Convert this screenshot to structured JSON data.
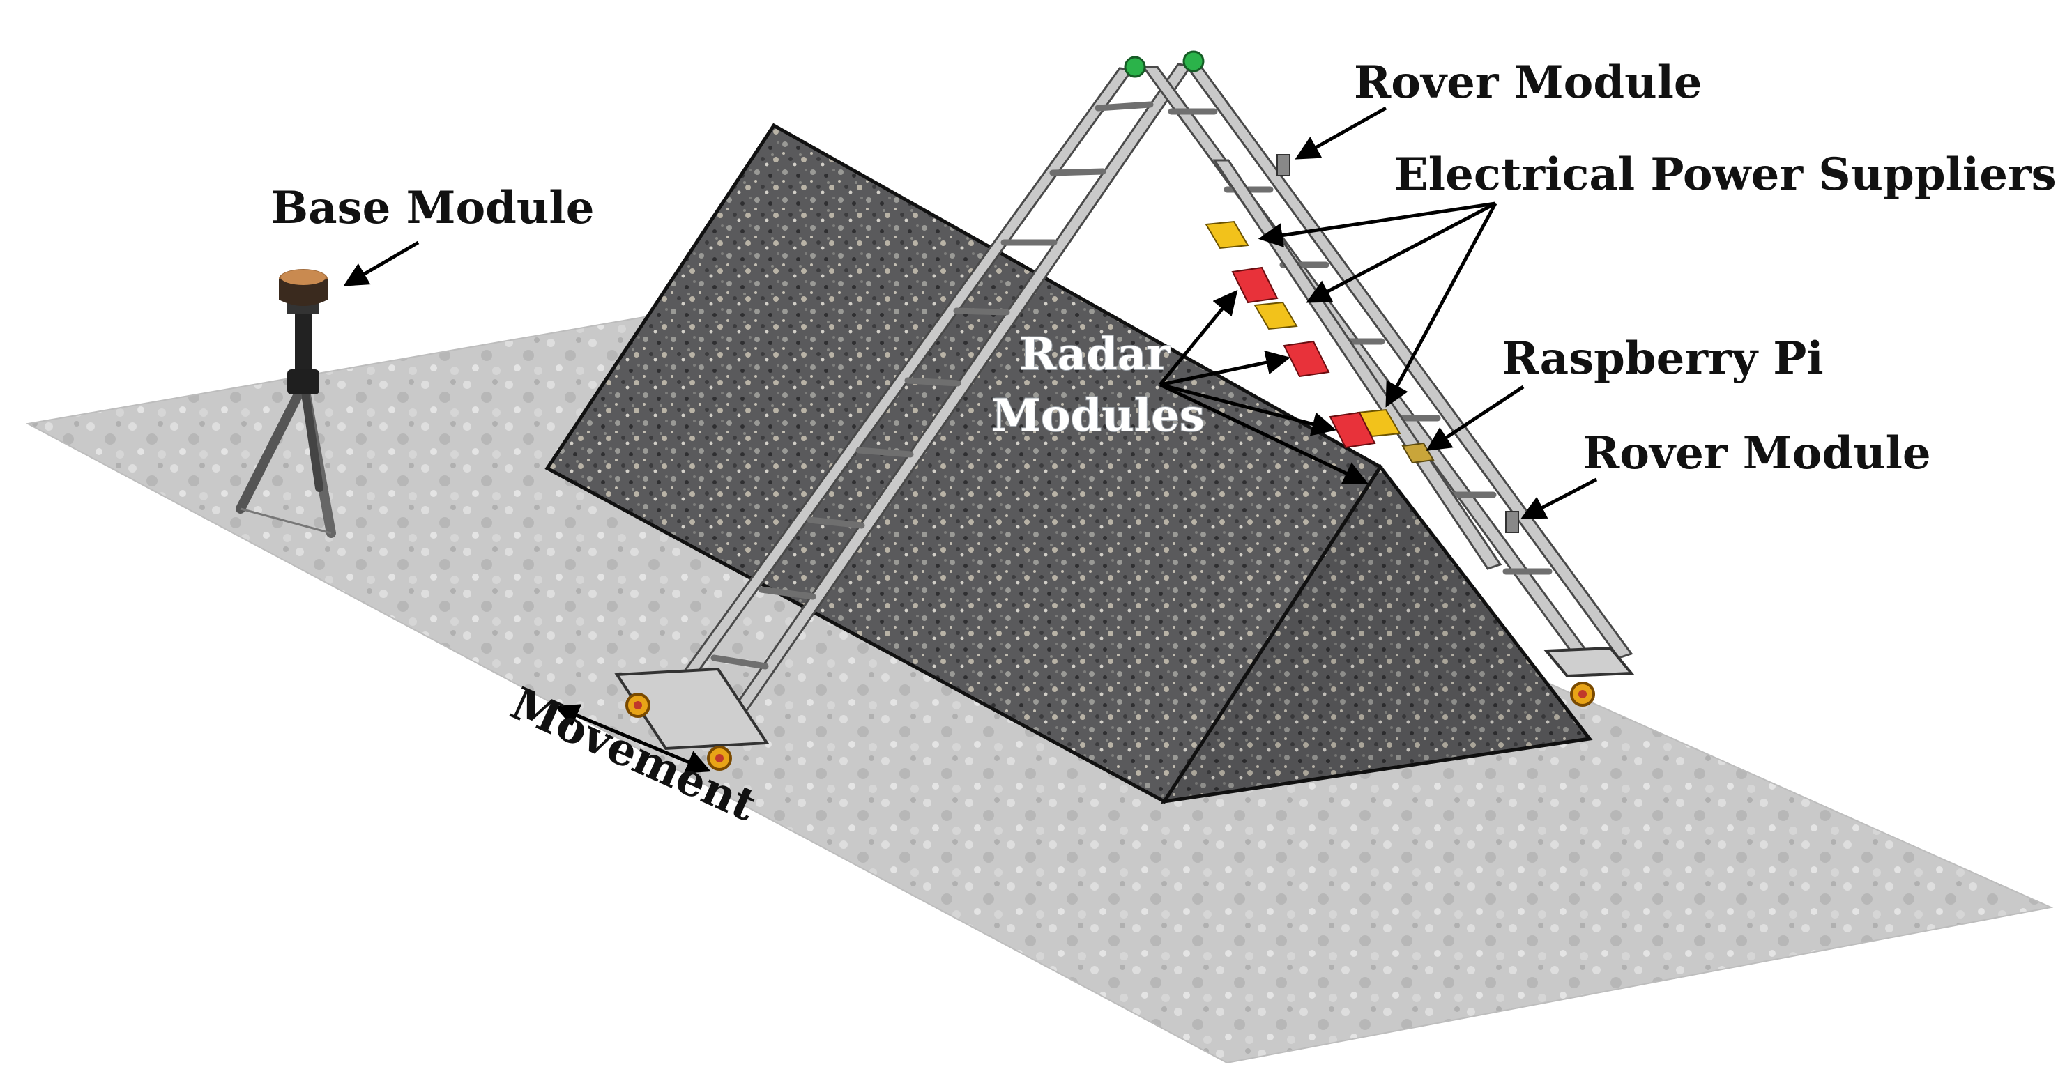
{
  "labels": {
    "base_module": "Base Module",
    "rover_module_top": "Rover Module",
    "electrical_power_suppliers": "Electrical Power Suppliers",
    "radar_modules_line1": "Radar",
    "radar_modules_line2": "Modules",
    "raspberry_pi": "Raspberry Pi",
    "rover_module_bottom": "Rover Module",
    "movement": "Movement"
  },
  "colors": {
    "ground": "#c8c8c8",
    "gravel": "#5d5d5f",
    "ladder": "#c9c9c9",
    "power_supplier": "#f2c21b",
    "radar_module": "#e8323a",
    "antenna_cap": "#2bb34a",
    "wheel": "#e8a417"
  },
  "icons": [
    "tripod-base-module-icon",
    "ladder-frame-icon",
    "wheel-icon",
    "antenna-cap-icon"
  ]
}
